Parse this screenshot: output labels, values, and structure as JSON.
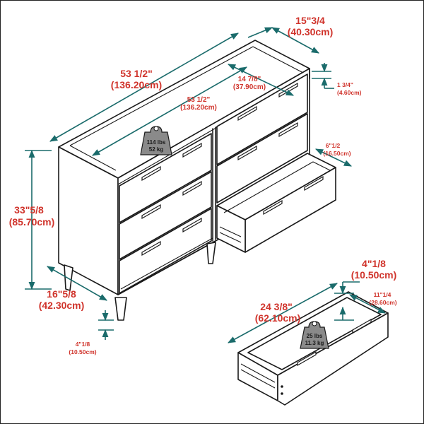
{
  "dresser": {
    "width_in": "53 1/2\"",
    "width_cm": "(136.20cm)",
    "depth_in": "15\"3/4",
    "depth_cm": "(40.30cm)",
    "height_in": "33\"5/8",
    "height_cm": "(85.70cm)",
    "leg_span_in": "16\"5/8",
    "leg_span_cm": "(42.30cm)",
    "leg_height_in": "4\"1/8",
    "leg_height_cm": "(10.50cm)",
    "inner_width_in": "53 1/2\"",
    "inner_width_cm": "(136.20cm)",
    "inner_depth_in": "14 7/8\"",
    "inner_depth_cm": "(37.90cm)",
    "top_thickness_in": "1 3/4\"",
    "top_thickness_cm": "(4.60cm)",
    "drawer_open_in": "6\"1/2",
    "drawer_open_cm": "(16.50cm)",
    "capacity_lbs": "114 lbs",
    "capacity_kg": "52 kg"
  },
  "drawer": {
    "width_in": "24 3/8\"",
    "width_cm": "(62.10cm)",
    "height_in": "4\"1/8",
    "height_cm": "(10.50cm)",
    "depth_in": "11\"1/4",
    "depth_cm": "(28.60cm)",
    "capacity_lbs": "25 lbs",
    "capacity_kg": "11.3 kg"
  },
  "colors": {
    "outline": "#1a1a1a",
    "dimension_line": "#1a6b6b",
    "label": "#d0342c",
    "weight_icon": "#8a8a8a"
  },
  "icons": [
    "weight-icon"
  ]
}
